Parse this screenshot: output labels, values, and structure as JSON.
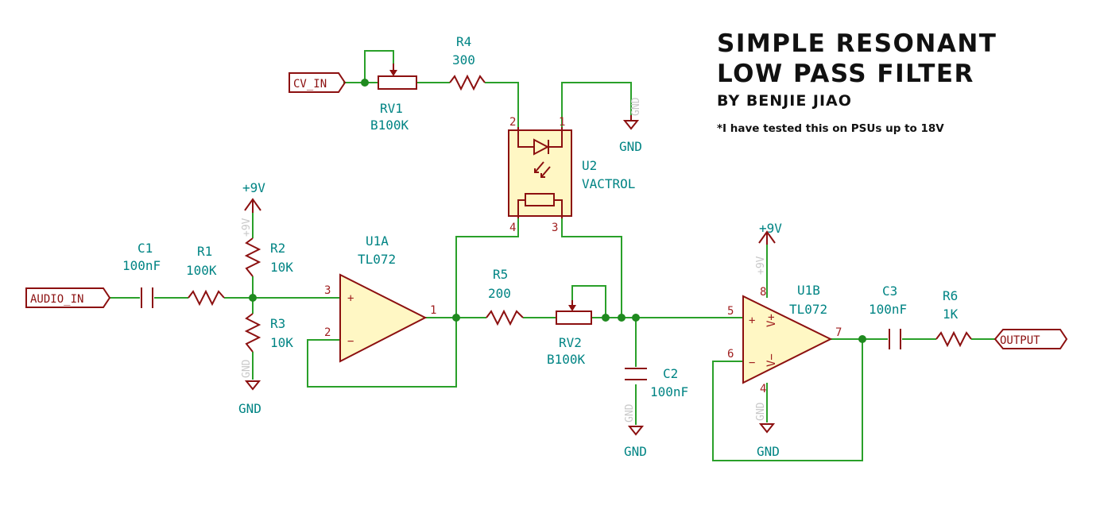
{
  "title": {
    "line1": "SIMPLE RESONANT",
    "line2": "LOW PASS FILTER",
    "author": "BY BENJIE JIAO",
    "note": "*I have tested this on PSUs up to 18V"
  },
  "ports": {
    "cv_in": "CV_IN",
    "audio_in": "AUDIO_IN",
    "output": "OUTPUT"
  },
  "rails": {
    "plus9v": "+9V",
    "gnd": "GND"
  },
  "components": {
    "c1": {
      "ref": "C1",
      "value": "100nF"
    },
    "r1": {
      "ref": "R1",
      "value": "100K"
    },
    "r2": {
      "ref": "R2",
      "value": "10K"
    },
    "r3": {
      "ref": "R3",
      "value": "10K"
    },
    "u1a": {
      "ref": "U1A",
      "value": "TL072"
    },
    "r4": {
      "ref": "R4",
      "value": "300"
    },
    "rv1": {
      "ref": "RV1",
      "value": "B100K"
    },
    "u2": {
      "ref": "U2",
      "value": "VACTROL"
    },
    "r5": {
      "ref": "R5",
      "value": "200"
    },
    "rv2": {
      "ref": "RV2",
      "value": "B100K"
    },
    "c2": {
      "ref": "C2",
      "value": "100nF"
    },
    "u1b": {
      "ref": "U1B",
      "value": "TL072"
    },
    "c3": {
      "ref": "C3",
      "value": "100nF"
    },
    "r6": {
      "ref": "R6",
      "value": "1K"
    }
  },
  "pins": {
    "u1a_plus": "3",
    "u1a_minus": "2",
    "u1a_out": "1",
    "u2_p1": "1",
    "u2_p2": "2",
    "u2_p3": "3",
    "u2_p4": "4",
    "u1b_plus": "5",
    "u1b_minus": "6",
    "u1b_out": "7",
    "u1b_vp": "8",
    "u1b_vm": "4",
    "plus_sign": "+",
    "minus_sign": "−",
    "vplus": "V+",
    "vminus": "V−",
    "gnd_pin": "1"
  },
  "colors": {
    "wire": "#2aa02a",
    "symbol": "#8c1010",
    "label": "#008484",
    "body_fill": "#fff7c4"
  }
}
